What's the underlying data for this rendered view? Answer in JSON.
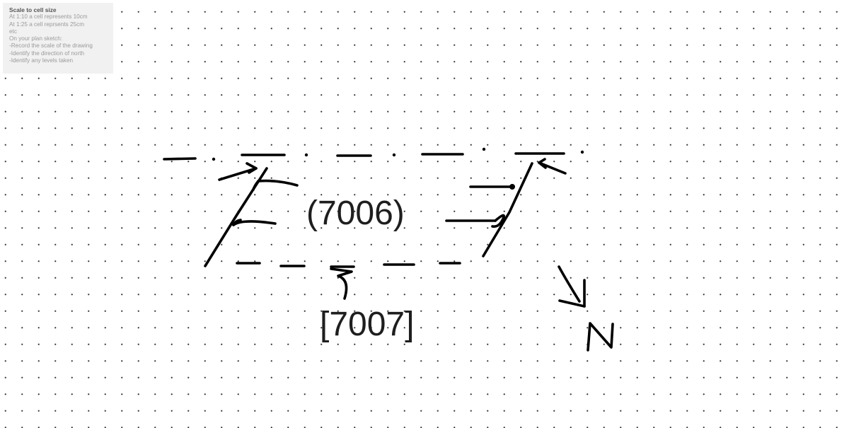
{
  "help_panel": {
    "title": "Scale to cell size",
    "lines": [
      "At 1:10 a cell represents 10cm",
      "At 1:25 a cell reprsents 25cm",
      "etc",
      "On your plan sketch:",
      "-Record the scale of the drawing",
      "-Identify  the  direction of north",
      "-Identify any levels taken"
    ]
  },
  "sketch": {
    "context_label": "(7006)",
    "cut_label": "[7007]",
    "north_letter": "N",
    "ink_color": "#000000",
    "grid_dot_color": "#3a3a3a"
  }
}
